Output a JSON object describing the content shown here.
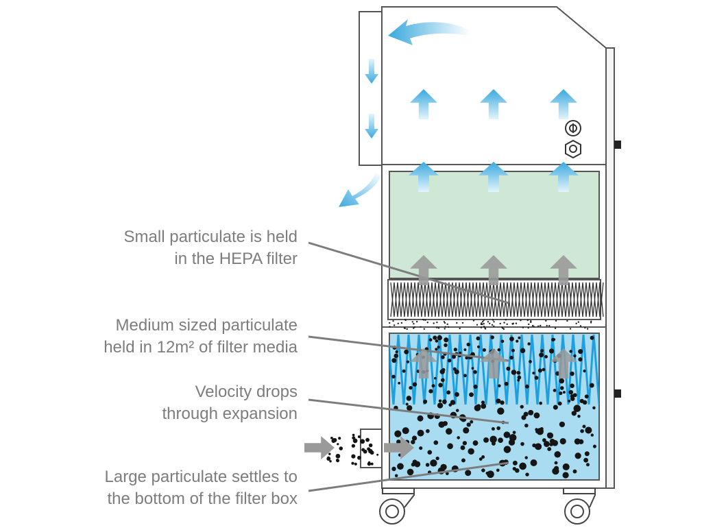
{
  "callouts": [
    {
      "line1": "Small particulate is held",
      "line2": "in the HEPA filter"
    },
    {
      "line1": "Medium sized particulate",
      "line2": "held in 12m² of filter media"
    },
    {
      "line1": "Velocity drops",
      "line2": "through expansion"
    },
    {
      "line1": "Large particulate settles to",
      "line2": "the bottom of the filter box"
    }
  ],
  "colors": {
    "outline": "#555555",
    "airflow_arrow": "#4fb6e6",
    "particle_arrow": "#9a9a9a",
    "hepa_filter": "#cfe8d6",
    "filter_box": "#a9dcf0",
    "filter_media": "#2ea6e0",
    "particle": "#1c1c1c",
    "label_text": "#7d7d7d"
  }
}
